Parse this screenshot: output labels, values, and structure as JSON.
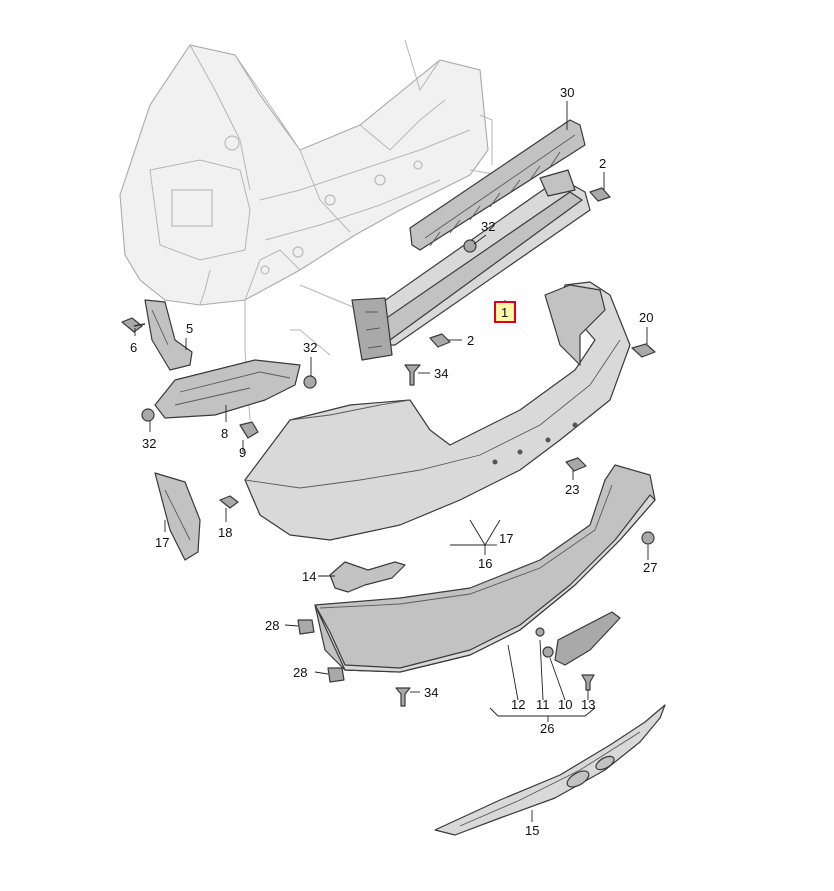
{
  "diagram": {
    "highlighted_callout": "1",
    "callouts": {
      "c1": "1",
      "c2a": "2",
      "c2b": "2",
      "c30": "30",
      "c32a": "32",
      "c32b": "32",
      "c32c": "32",
      "c5": "5",
      "c6": "6",
      "c20": "20",
      "c34a": "34",
      "c34b": "34",
      "c8": "8",
      "c9": "9",
      "c23": "23",
      "c17a": "17",
      "c17b": "17",
      "c16": "16",
      "c18": "18",
      "c27": "27",
      "c14": "14",
      "c28a": "28",
      "c28b": "28",
      "c12": "12",
      "c11": "11",
      "c10": "10",
      "c13": "13",
      "c26": "26",
      "c15": "15"
    },
    "colors": {
      "highlight_border": "#e0001b",
      "highlight_fill": "#fff7a8",
      "part_fill": "#c2c2c2",
      "ghost_fill": "#f1f1f1"
    }
  }
}
